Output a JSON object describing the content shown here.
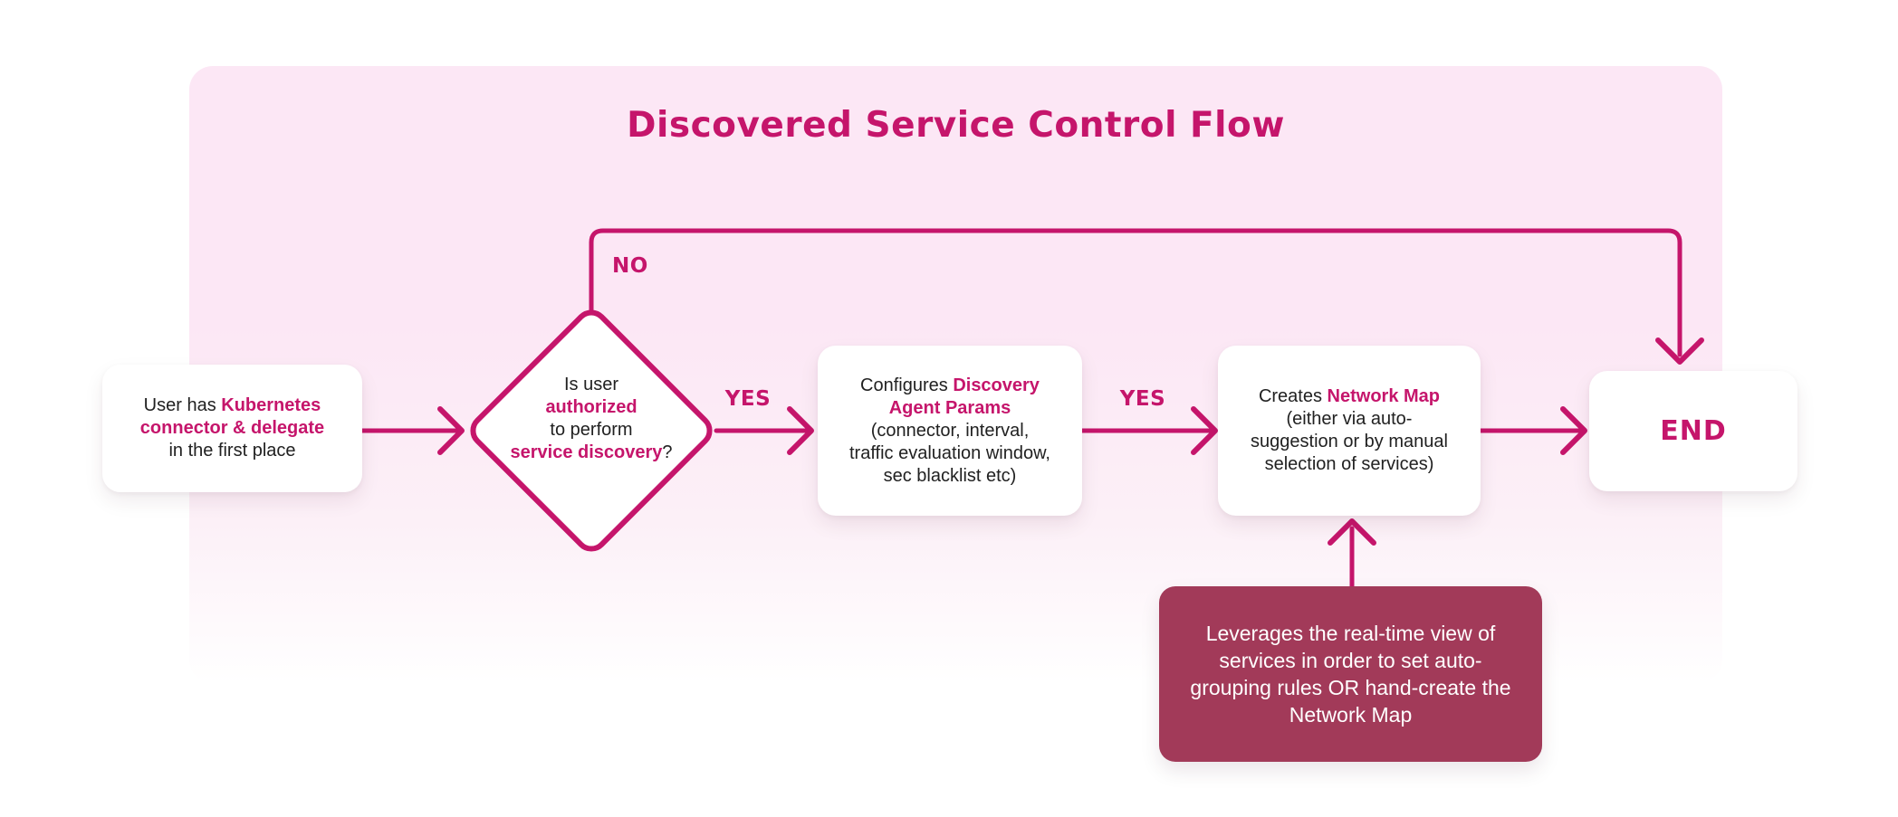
{
  "title": "Discovered Service Control Flow",
  "colors": {
    "accent": "#C5156B",
    "container_background": "#FCE7F5",
    "note_background": "#A23A59",
    "node_background": "#FFFFFF",
    "body_text": "#212121",
    "note_text": "#FFFFFF"
  },
  "edge_labels": {
    "no": "NO",
    "yes_decision_to_configure": "YES",
    "yes_configure_to_create": "YES"
  },
  "nodes": {
    "start": {
      "lines": [
        [
          {
            "t": "User has ",
            "em": false
          },
          {
            "t": "Kubernetes",
            "em": true
          }
        ],
        [
          {
            "t": "connector & delegate",
            "em": true
          }
        ],
        [
          {
            "t": "in the first place",
            "em": false
          }
        ]
      ]
    },
    "decision": {
      "lines": [
        [
          {
            "t": "Is user",
            "em": false
          }
        ],
        [
          {
            "t": "authorized",
            "em": true
          }
        ],
        [
          {
            "t": "to perform",
            "em": false
          }
        ],
        [
          {
            "t": "service discovery",
            "em": true
          },
          {
            "t": "?",
            "em": false
          }
        ]
      ]
    },
    "configure": {
      "lines": [
        [
          {
            "t": "Configures ",
            "em": false
          },
          {
            "t": "Discovery",
            "em": true
          }
        ],
        [
          {
            "t": "Agent Params",
            "em": true
          }
        ],
        [
          {
            "t": "(connector, interval,",
            "em": false
          }
        ],
        [
          {
            "t": "traffic evaluation window,",
            "em": false
          }
        ],
        [
          {
            "t": "sec blacklist etc)",
            "em": false
          }
        ]
      ]
    },
    "create_map": {
      "lines": [
        [
          {
            "t": "Creates ",
            "em": false
          },
          {
            "t": "Network Map",
            "em": true
          }
        ],
        [
          {
            "t": "(either via auto-",
            "em": false
          }
        ],
        [
          {
            "t": "suggestion or by manual",
            "em": false
          }
        ],
        [
          {
            "t": "selection of services)",
            "em": false
          }
        ]
      ]
    },
    "end": {
      "label": "END"
    },
    "note": {
      "text": "Leverages the real-time view of services in order to set auto-grouping rules OR hand-create the Network Map"
    }
  }
}
